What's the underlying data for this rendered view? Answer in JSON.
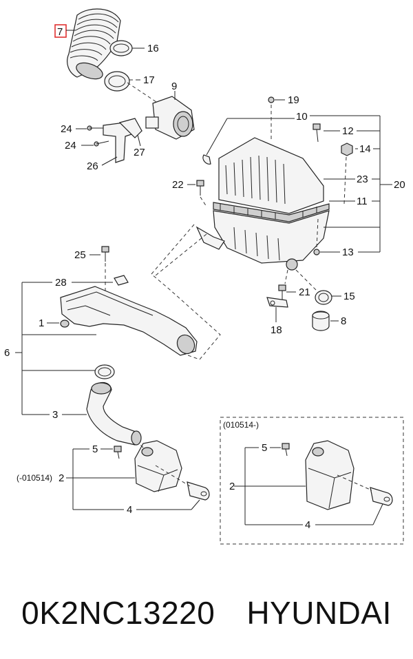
{
  "callouts": {
    "c1": "1",
    "c2a": "2",
    "c2b": "2",
    "c3": "3",
    "c4a": "4",
    "c4b": "4",
    "c5a": "5",
    "c5b": "5",
    "c6": "6",
    "c7": "7",
    "c8": "8",
    "c9": "9",
    "c10": "10",
    "c11": "11",
    "c12": "12",
    "c13": "13",
    "c14": "14",
    "c15": "15",
    "c16": "16",
    "c17": "17",
    "c18": "18",
    "c19": "19",
    "c20": "20",
    "c21": "21",
    "c22": "22",
    "c23": "23",
    "c24a": "24",
    "c24b": "24",
    "c25": "25",
    "c26": "26",
    "c27": "27",
    "c28": "28"
  },
  "date_codes": {
    "before": "(-010514)",
    "after": "(010514-)"
  },
  "caption": {
    "part_number": "0K2NC13220",
    "brand": "HYUNDAI"
  },
  "colors": {
    "highlight_box": "#e03030"
  }
}
